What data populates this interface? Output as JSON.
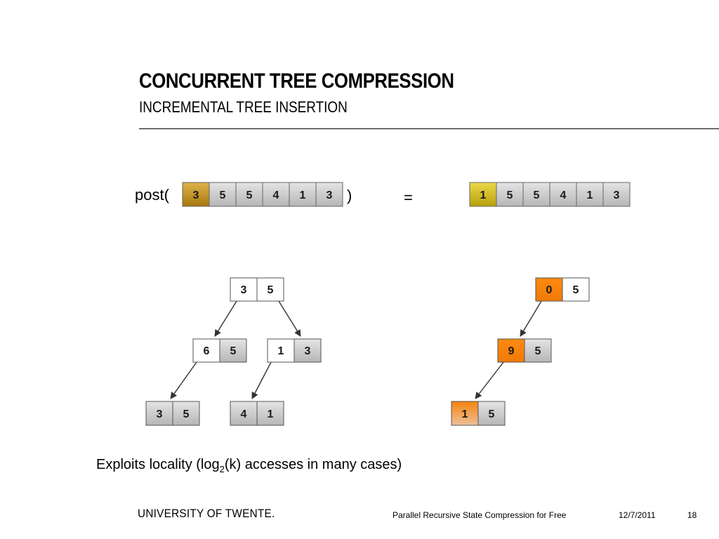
{
  "slide": {
    "title": "CONCURRENT TREE COMPRESSION",
    "subtitle": "INCREMENTAL TREE INSERTION"
  },
  "formula": {
    "open": "post(",
    "close": ")",
    "equals": "=",
    "input_vector": [
      "3",
      "5",
      "5",
      "4",
      "1",
      "3"
    ],
    "output_vector": [
      "1",
      "5",
      "5",
      "4",
      "1",
      "3"
    ]
  },
  "left_tree": {
    "root": [
      "3",
      "5"
    ],
    "left_child": [
      "6",
      "5"
    ],
    "right_child": [
      "1",
      "3"
    ],
    "left_leaf": [
      "3",
      "5"
    ],
    "right_leaf": [
      "4",
      "1"
    ]
  },
  "right_tree": {
    "root": [
      "0",
      "5"
    ],
    "child": [
      "9",
      "5"
    ],
    "leaf": [
      "1",
      "5"
    ]
  },
  "bullet": {
    "before": "Exploits locality (log",
    "sub": "2",
    "after": "(k) accesses in many cases)"
  },
  "footer": {
    "brand": "UNIVERSITY OF TWENTE.",
    "title": "Parallel Recursive State Compression for Free",
    "date": "12/7/2011",
    "page": "18"
  },
  "colors": {
    "gold": "#c8951f",
    "yellow": "#d9bd1c",
    "orange": "#f7830e",
    "gray": "#c4c4c4",
    "white": "#ffffff"
  }
}
